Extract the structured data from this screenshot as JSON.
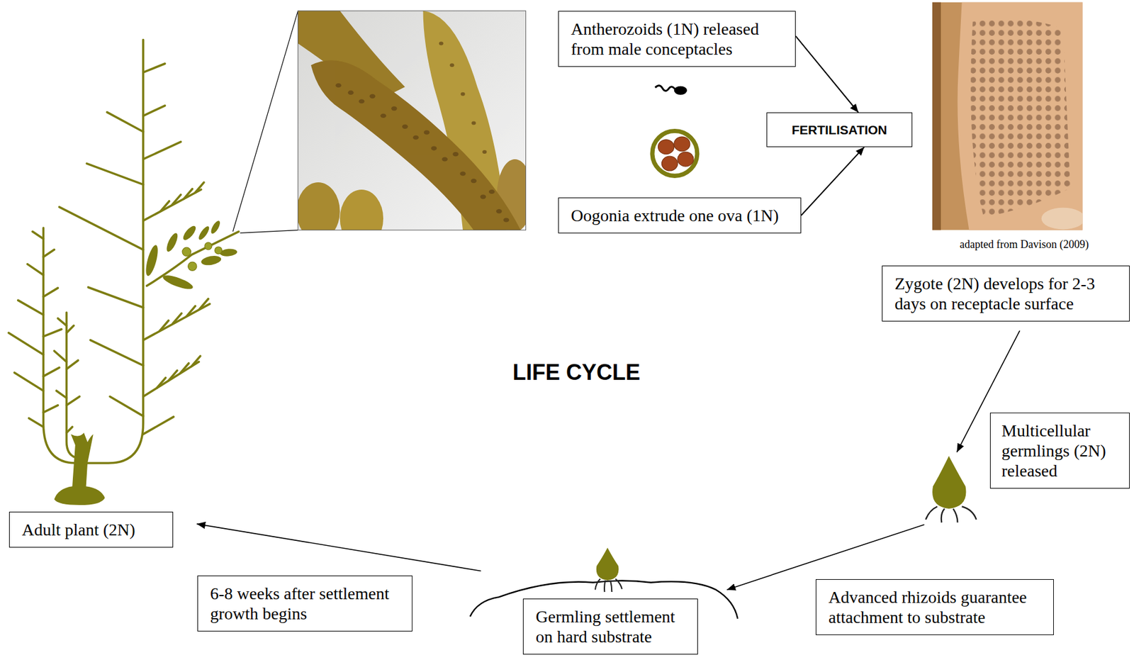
{
  "diagram": {
    "title": "LIFE CYCLE",
    "nodes": [
      {
        "text": [
          "Antherozoids (1N) released from male conceptacles"
        ]
      },
      {
        "text": [
          "FERTILISATION"
        ]
      },
      {
        "text": [
          "Oogonia extrude one ova (1N)"
        ]
      },
      {
        "text": [
          "Zygote (2N) develops for 2-3 days on receptacle surface"
        ]
      },
      {
        "text": [
          "Multicellular germlings (2N) released"
        ]
      },
      {
        "text": [
          "Adult plant (2N)"
        ]
      },
      {
        "text": [
          "6-8 weeks after settlement growth begins"
        ]
      },
      {
        "text": [
          "Advanced rhizoids guarantee attachment to substrate"
        ]
      },
      {
        "text": [
          "Germling settlement on hard substrate"
        ]
      }
    ],
    "edges": [
      {
        "from": 0,
        "to": 1,
        "arrow": "to"
      },
      {
        "from": 2,
        "to": 1,
        "arrow": "to"
      }
    ],
    "labels": [
      "adapted from Davison (2009)"
    ]
  }
}
